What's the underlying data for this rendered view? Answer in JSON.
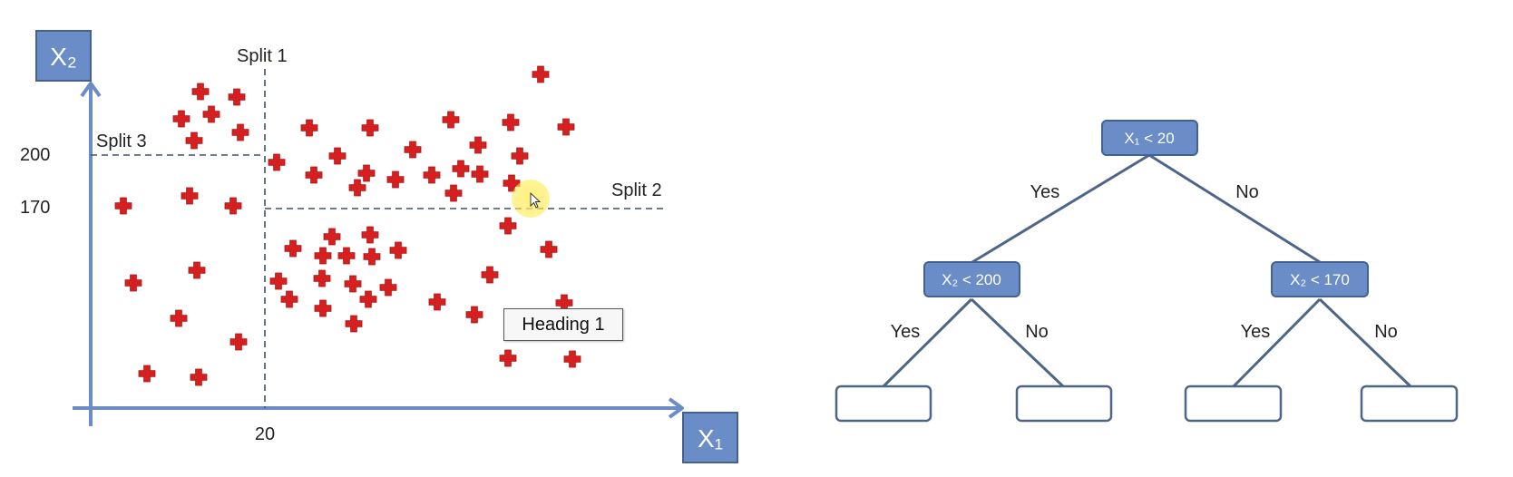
{
  "scatter": {
    "x_axis_label": "X₁",
    "y_axis_label": "X₂",
    "x_tick": "20",
    "y_ticks": [
      "200",
      "170"
    ],
    "splits": [
      "Split 1",
      "Split 2",
      "Split 3"
    ],
    "heading": "Heading 1",
    "point_color": "#d62020",
    "axis_color": "#6a8cc7"
  },
  "tree": {
    "root": "X₁ < 20",
    "left": "X₂ < 200",
    "right": "X₂ < 170",
    "edge_yes": "Yes",
    "edge_no": "No",
    "node_fill": "#6a8cc7",
    "node_stroke": "#44628f"
  }
}
